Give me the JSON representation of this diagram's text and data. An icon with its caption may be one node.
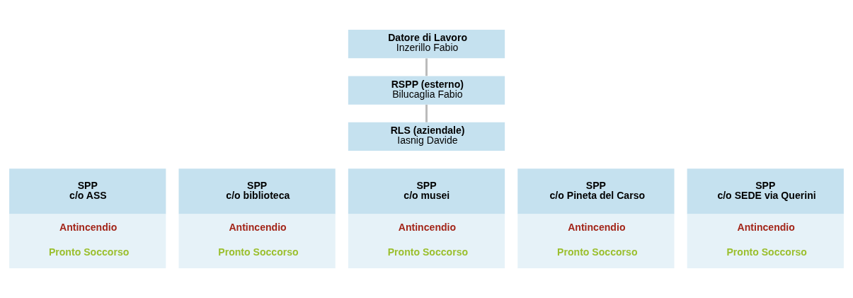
{
  "diagram": {
    "nodes": [
      {
        "text": [
          "Datore di Lavoro",
          "Inzerillo Fabio"
        ]
      },
      {
        "text": [
          "RSPP (esterno)",
          "Bilucaglia Fabio"
        ]
      },
      {
        "text": [
          "RLS (aziendale)",
          "Iasnig Davide"
        ]
      },
      {
        "text": [
          "SPP",
          "c/o ASS",
          "Antincendio",
          "Pronto Soccorso"
        ]
      },
      {
        "text": [
          "SPP",
          "c/o biblioteca",
          "Antincendio",
          "Pronto Soccorso"
        ]
      },
      {
        "text": [
          "SPP",
          "c/o musei",
          "Antincendio",
          "Pronto Soccorso"
        ]
      },
      {
        "text": [
          "SPP",
          "c/o Pineta del Carso",
          "Antincendio",
          "Pronto Soccorso"
        ]
      },
      {
        "text": [
          "SPP",
          "c/o SEDE via Querini",
          "Antincendio",
          "Pronto Soccorso"
        ]
      }
    ],
    "edges": [
      {
        "from": 0,
        "to": 1,
        "arrow": "none"
      },
      {
        "from": 1,
        "to": 2,
        "arrow": "none"
      }
    ]
  }
}
